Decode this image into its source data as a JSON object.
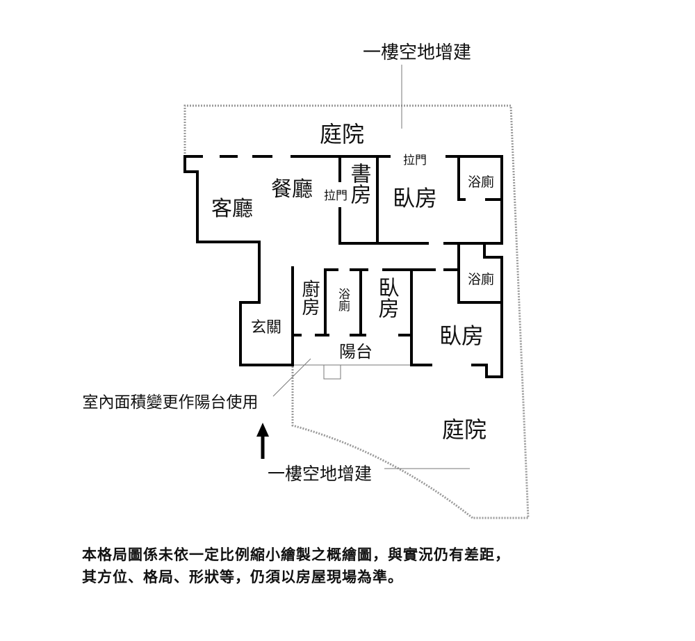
{
  "plan": {
    "top_annex_label": "一樓空地增建",
    "yard_top": "庭院",
    "yard_bottom": "庭院",
    "bottom_annex_label": "一樓空地增建",
    "balcony_note": "室內面積變更作陽台使用",
    "rooms": {
      "living": "客廳",
      "dining": "餐廳",
      "sliding_door_1": "拉門",
      "sliding_door_2": "拉門",
      "study": "書房",
      "master_bedroom": "臥房",
      "bath_1": "浴廁",
      "bath_2": "浴廁",
      "bath_3": "浴廁",
      "kitchen": "廚房",
      "bedroom_2": "臥房",
      "bedroom_3": "臥房",
      "entrance": "玄關",
      "balcony": "陽台"
    }
  },
  "disclaimer": {
    "line1": "本格局圖係未依一定比例縮小繪製之概繪圖，與實況仍有差距，",
    "line2": "其方位、格局、形狀等，仍須以房屋現場為準。"
  }
}
